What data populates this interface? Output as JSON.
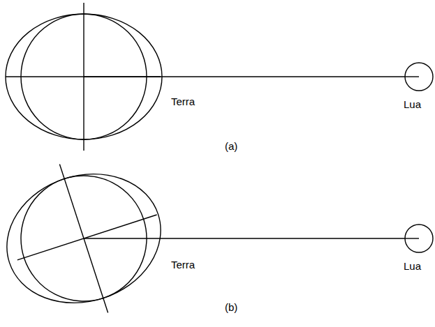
{
  "diagram": {
    "nodes": [
      {
        "text": [
          "Terra"
        ]
      },
      {
        "text": [
          "Lua"
        ]
      },
      {
        "text": [
          "Terra"
        ]
      },
      {
        "text": [
          "Lua"
        ]
      }
    ],
    "edges": [
      {
        "from": 0,
        "to": 1,
        "arrow": "none"
      },
      {
        "from": 2,
        "to": 3,
        "arrow": "none"
      }
    ],
    "labels": [
      "(a)",
      "(b)"
    ]
  }
}
